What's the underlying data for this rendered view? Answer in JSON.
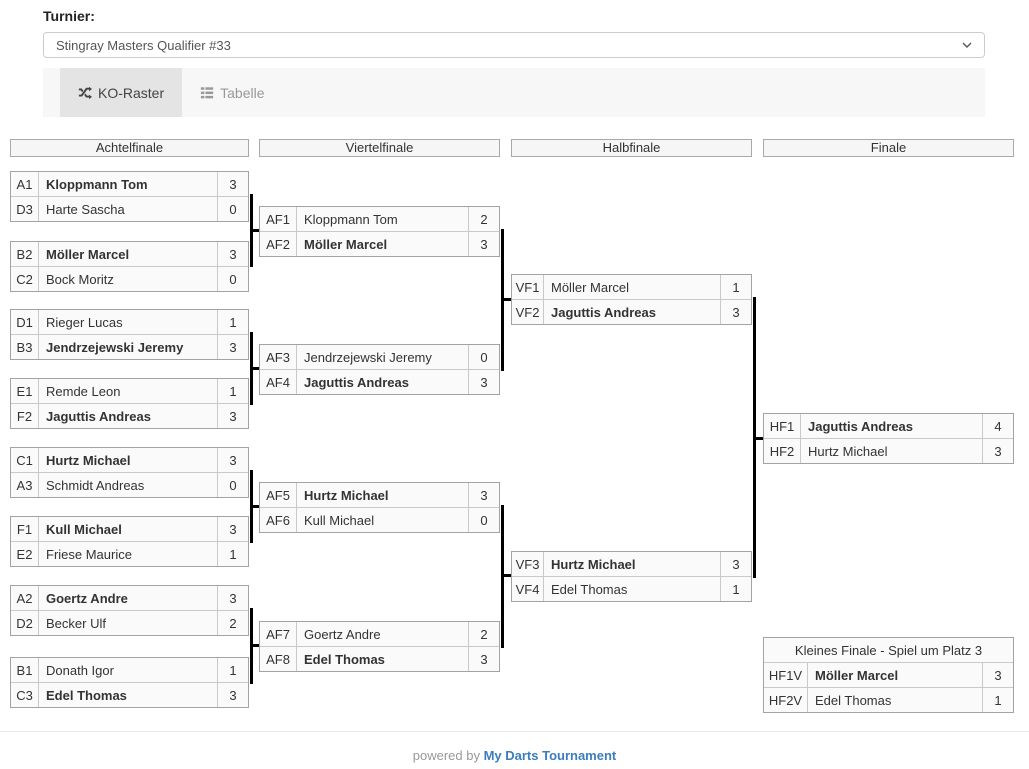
{
  "header": {
    "label": "Turnier:",
    "select_value": "Stingray Masters Qualifier #33",
    "tabs": {
      "ko_raster": "KO-Raster",
      "tabelle": "Tabelle"
    }
  },
  "rounds": [
    "Achtelfinale",
    "Viertelfinale",
    "Halbfinale",
    "Finale"
  ],
  "bracket": {
    "achtelfinale": [
      {
        "rows": [
          {
            "code": "A1",
            "name": "Kloppmann Tom",
            "score": "3",
            "winner": true
          },
          {
            "code": "D3",
            "name": "Harte Sascha",
            "score": "0",
            "winner": false
          }
        ]
      },
      {
        "rows": [
          {
            "code": "B2",
            "name": "Möller Marcel",
            "score": "3",
            "winner": true
          },
          {
            "code": "C2",
            "name": "Bock Moritz",
            "score": "0",
            "winner": false
          }
        ]
      },
      {
        "rows": [
          {
            "code": "D1",
            "name": "Rieger Lucas",
            "score": "1",
            "winner": false
          },
          {
            "code": "B3",
            "name": "Jendrzejewski Jeremy",
            "score": "3",
            "winner": true
          }
        ]
      },
      {
        "rows": [
          {
            "code": "E1",
            "name": "Remde Leon",
            "score": "1",
            "winner": false
          },
          {
            "code": "F2",
            "name": "Jaguttis Andreas",
            "score": "3",
            "winner": true
          }
        ]
      },
      {
        "rows": [
          {
            "code": "C1",
            "name": "Hurtz Michael",
            "score": "3",
            "winner": true
          },
          {
            "code": "A3",
            "name": "Schmidt Andreas",
            "score": "0",
            "winner": false
          }
        ]
      },
      {
        "rows": [
          {
            "code": "F1",
            "name": "Kull Michael",
            "score": "3",
            "winner": true
          },
          {
            "code": "E2",
            "name": "Friese Maurice",
            "score": "1",
            "winner": false
          }
        ]
      },
      {
        "rows": [
          {
            "code": "A2",
            "name": "Goertz Andre",
            "score": "3",
            "winner": true
          },
          {
            "code": "D2",
            "name": "Becker Ulf",
            "score": "2",
            "winner": false
          }
        ]
      },
      {
        "rows": [
          {
            "code": "B1",
            "name": "Donath Igor",
            "score": "1",
            "winner": false
          },
          {
            "code": "C3",
            "name": "Edel Thomas",
            "score": "3",
            "winner": true
          }
        ]
      }
    ],
    "viertelfinale": [
      {
        "rows": [
          {
            "code": "AF1",
            "name": "Kloppmann Tom",
            "score": "2",
            "winner": false
          },
          {
            "code": "AF2",
            "name": "Möller Marcel",
            "score": "3",
            "winner": true
          }
        ]
      },
      {
        "rows": [
          {
            "code": "AF3",
            "name": "Jendrzejewski Jeremy",
            "score": "0",
            "winner": false
          },
          {
            "code": "AF4",
            "name": "Jaguttis Andreas",
            "score": "3",
            "winner": true
          }
        ]
      },
      {
        "rows": [
          {
            "code": "AF5",
            "name": "Hurtz Michael",
            "score": "3",
            "winner": true
          },
          {
            "code": "AF6",
            "name": "Kull Michael",
            "score": "0",
            "winner": false
          }
        ]
      },
      {
        "rows": [
          {
            "code": "AF7",
            "name": "Goertz Andre",
            "score": "2",
            "winner": false
          },
          {
            "code": "AF8",
            "name": "Edel Thomas",
            "score": "3",
            "winner": true
          }
        ]
      }
    ],
    "halbfinale": [
      {
        "rows": [
          {
            "code": "VF1",
            "name": "Möller Marcel",
            "score": "1",
            "winner": false
          },
          {
            "code": "VF2",
            "name": "Jaguttis Andreas",
            "score": "3",
            "winner": true
          }
        ]
      },
      {
        "rows": [
          {
            "code": "VF3",
            "name": "Hurtz Michael",
            "score": "3",
            "winner": true
          },
          {
            "code": "VF4",
            "name": "Edel Thomas",
            "score": "1",
            "winner": false
          }
        ]
      }
    ],
    "finale": [
      {
        "rows": [
          {
            "code": "HF1",
            "name": "Jaguttis Andreas",
            "score": "4",
            "winner": true
          },
          {
            "code": "HF2",
            "name": "Hurtz Michael",
            "score": "3",
            "winner": false
          }
        ]
      }
    ],
    "kleines_finale": {
      "title": "Kleines Finale - Spiel um Platz 3",
      "rows": [
        {
          "code": "HF1V",
          "name": "Möller Marcel",
          "score": "3",
          "winner": true
        },
        {
          "code": "HF2V",
          "name": "Edel Thomas",
          "score": "1",
          "winner": false
        }
      ]
    }
  },
  "footer": {
    "powered_by": "powered by ",
    "brand": "My Darts Tournament"
  },
  "colors": {
    "link": "#3b7dbd",
    "connector": "#000000",
    "row_bg": "#fafafa",
    "tab_active_bg": "#e4e4e4"
  }
}
